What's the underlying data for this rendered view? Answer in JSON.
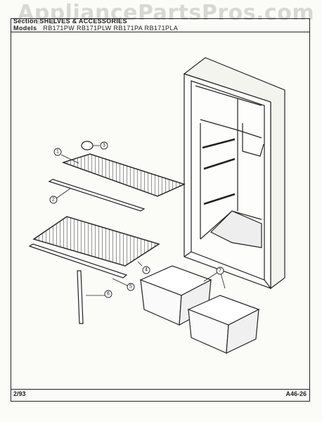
{
  "watermark": "AppliancePartsPros.com",
  "header": {
    "section_label": "Section",
    "section_title": "SHELVES & ACCESSORIES",
    "models_label": "Models",
    "models": "RB171PW  RB171PLW  RB171PA  RB171PLA"
  },
  "callouts": [
    "1",
    "2",
    "3",
    "4",
    "5",
    "6",
    "7"
  ],
  "footer": {
    "date": "2/93",
    "page_number": "A46-26"
  }
}
